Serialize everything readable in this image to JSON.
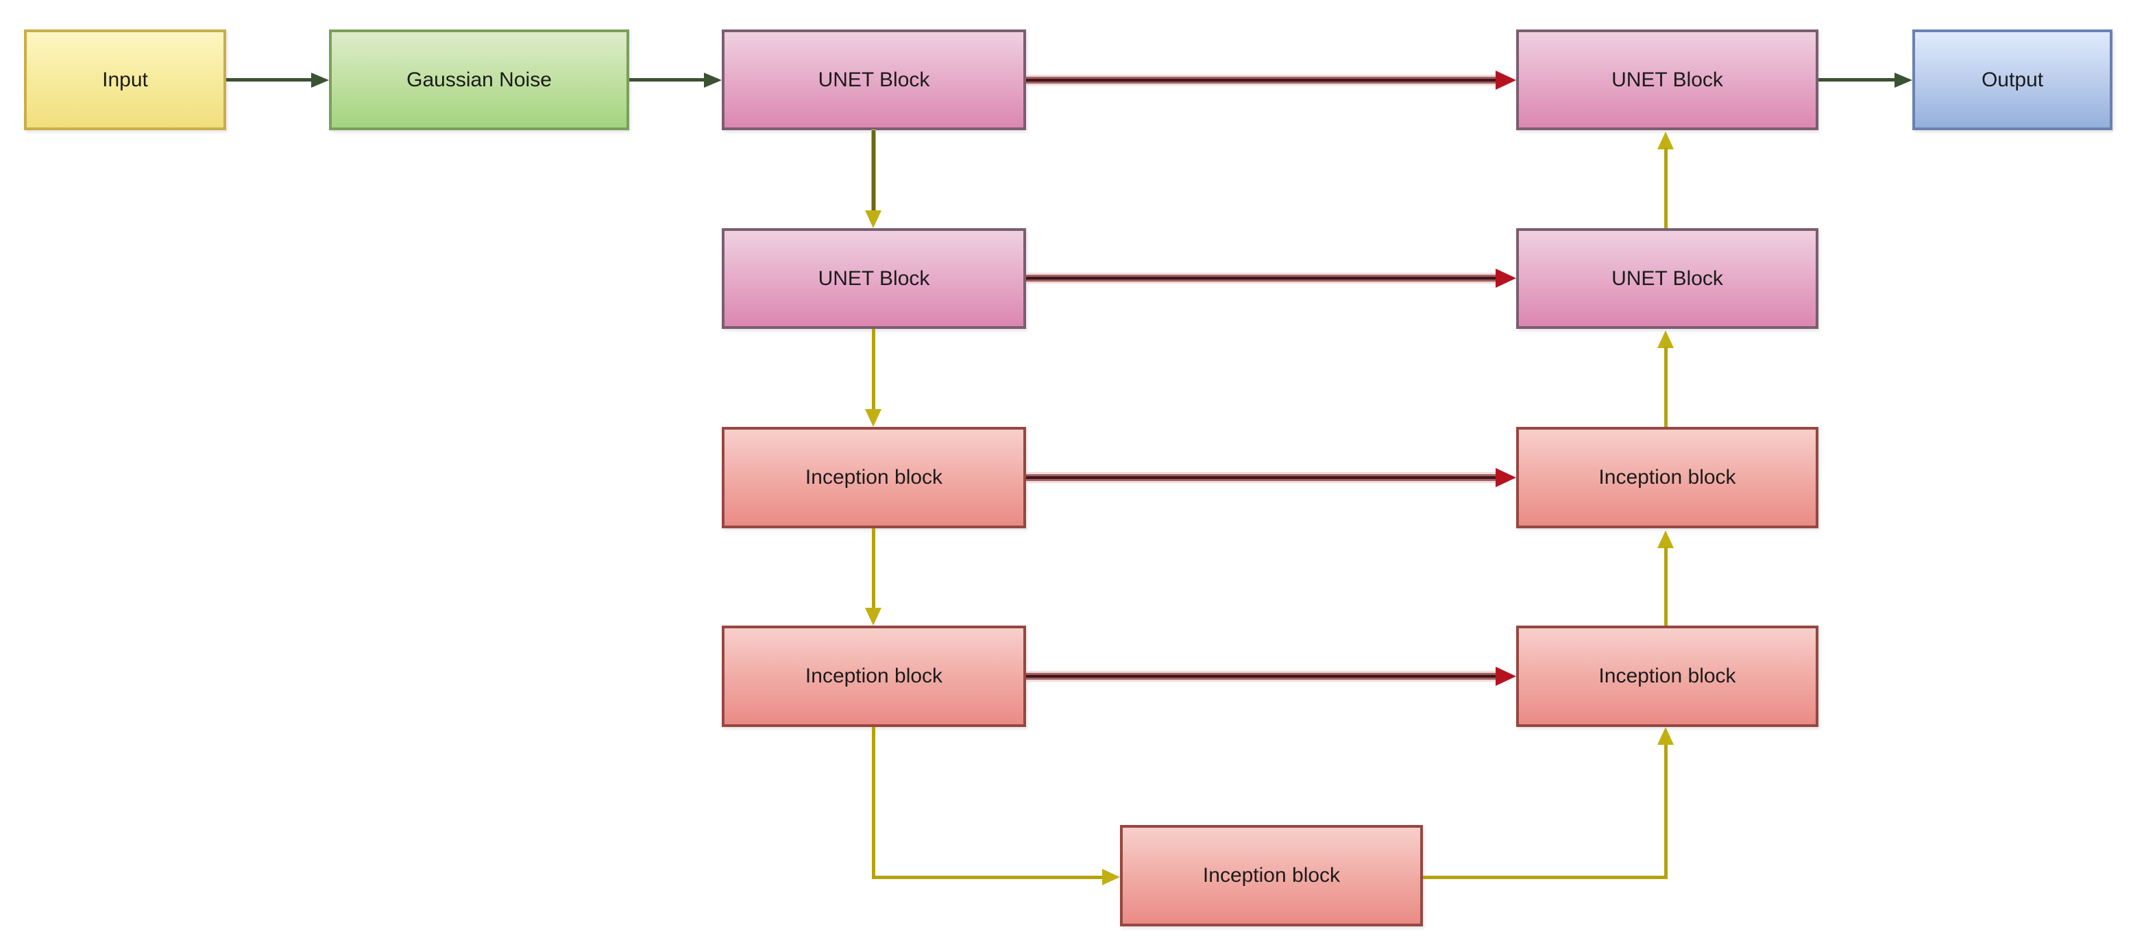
{
  "diagram": {
    "type": "flowchart",
    "nodes": [
      {
        "id": "input",
        "label": "Input",
        "palette": "yellow"
      },
      {
        "id": "gaussian-noise",
        "label": "Gaussian Noise",
        "palette": "green"
      },
      {
        "id": "unet-block-enc-1",
        "label": "UNET Block",
        "palette": "pink"
      },
      {
        "id": "unet-block-dec-1",
        "label": "UNET Block",
        "palette": "pink"
      },
      {
        "id": "output",
        "label": "Output",
        "palette": "blue"
      },
      {
        "id": "unet-block-enc-2",
        "label": "UNET Block",
        "palette": "pink"
      },
      {
        "id": "unet-block-dec-2",
        "label": "UNET Block",
        "palette": "pink"
      },
      {
        "id": "inception-block-enc-1",
        "label": "Inception block",
        "palette": "red"
      },
      {
        "id": "inception-block-dec-1",
        "label": "Inception block",
        "palette": "red"
      },
      {
        "id": "inception-block-enc-2",
        "label": "Inception block",
        "palette": "red"
      },
      {
        "id": "inception-block-dec-2",
        "label": "Inception block",
        "palette": "red"
      },
      {
        "id": "inception-block-bottleneck",
        "label": "Inception block",
        "palette": "red"
      }
    ],
    "edges": [
      {
        "from": "input",
        "to": "gaussian-noise",
        "color": "dark-green",
        "direction": "right"
      },
      {
        "from": "gaussian-noise",
        "to": "unet-block-enc-1",
        "color": "dark-green",
        "direction": "right"
      },
      {
        "from": "unet-block-enc-1",
        "to": "unet-block-dec-1",
        "color": "dark-red",
        "direction": "right"
      },
      {
        "from": "unet-block-dec-1",
        "to": "output",
        "color": "dark-green",
        "direction": "right"
      },
      {
        "from": "unet-block-enc-1",
        "to": "unet-block-enc-2",
        "color": "olive",
        "direction": "down"
      },
      {
        "from": "unet-block-enc-2",
        "to": "unet-block-dec-2",
        "color": "dark-red",
        "direction": "right"
      },
      {
        "from": "unet-block-enc-2",
        "to": "inception-block-enc-1",
        "color": "gold",
        "direction": "down"
      },
      {
        "from": "inception-block-enc-1",
        "to": "inception-block-dec-1",
        "color": "dark-red",
        "direction": "right"
      },
      {
        "from": "inception-block-enc-1",
        "to": "inception-block-enc-2",
        "color": "gold",
        "direction": "down"
      },
      {
        "from": "inception-block-enc-2",
        "to": "inception-block-dec-2",
        "color": "dark-red",
        "direction": "right"
      },
      {
        "from": "inception-block-enc-2",
        "to": "inception-block-bottleneck",
        "color": "gold",
        "direction": "down-right"
      },
      {
        "from": "inception-block-bottleneck",
        "to": "inception-block-dec-2",
        "color": "gold",
        "direction": "right-up"
      },
      {
        "from": "inception-block-dec-2",
        "to": "inception-block-dec-1",
        "color": "gold",
        "direction": "up"
      },
      {
        "from": "inception-block-dec-1",
        "to": "unet-block-dec-2",
        "color": "gold",
        "direction": "up"
      },
      {
        "from": "unet-block-dec-2",
        "to": "unet-block-dec-1",
        "color": "gold",
        "direction": "up"
      }
    ],
    "colors": {
      "background": "#ffffff",
      "arrow_dark_green": "#3b5233",
      "arrow_dark_red_core": "#40161c",
      "arrow_dark_red_halo": "#a36060",
      "arrow_red_head": "#b61321",
      "arrow_gold": "#b3a40f",
      "arrow_gold_head": "#c2b013",
      "arrow_olive": "#6d6614",
      "node_yellow_fill": "#f7ec9f",
      "node_yellow_border": "#c9ad49",
      "node_green_fill": "#c4e2a6",
      "node_green_border": "#7b9f5c",
      "node_pink_fill": "#e6abc9",
      "node_pink_border": "#7a5e70",
      "node_red_fill": "#f1aca6",
      "node_red_border": "#964741",
      "node_blue_fill": "#bcceec",
      "node_blue_border": "#6a81b1",
      "label_text": "#1b1b1b"
    }
  }
}
